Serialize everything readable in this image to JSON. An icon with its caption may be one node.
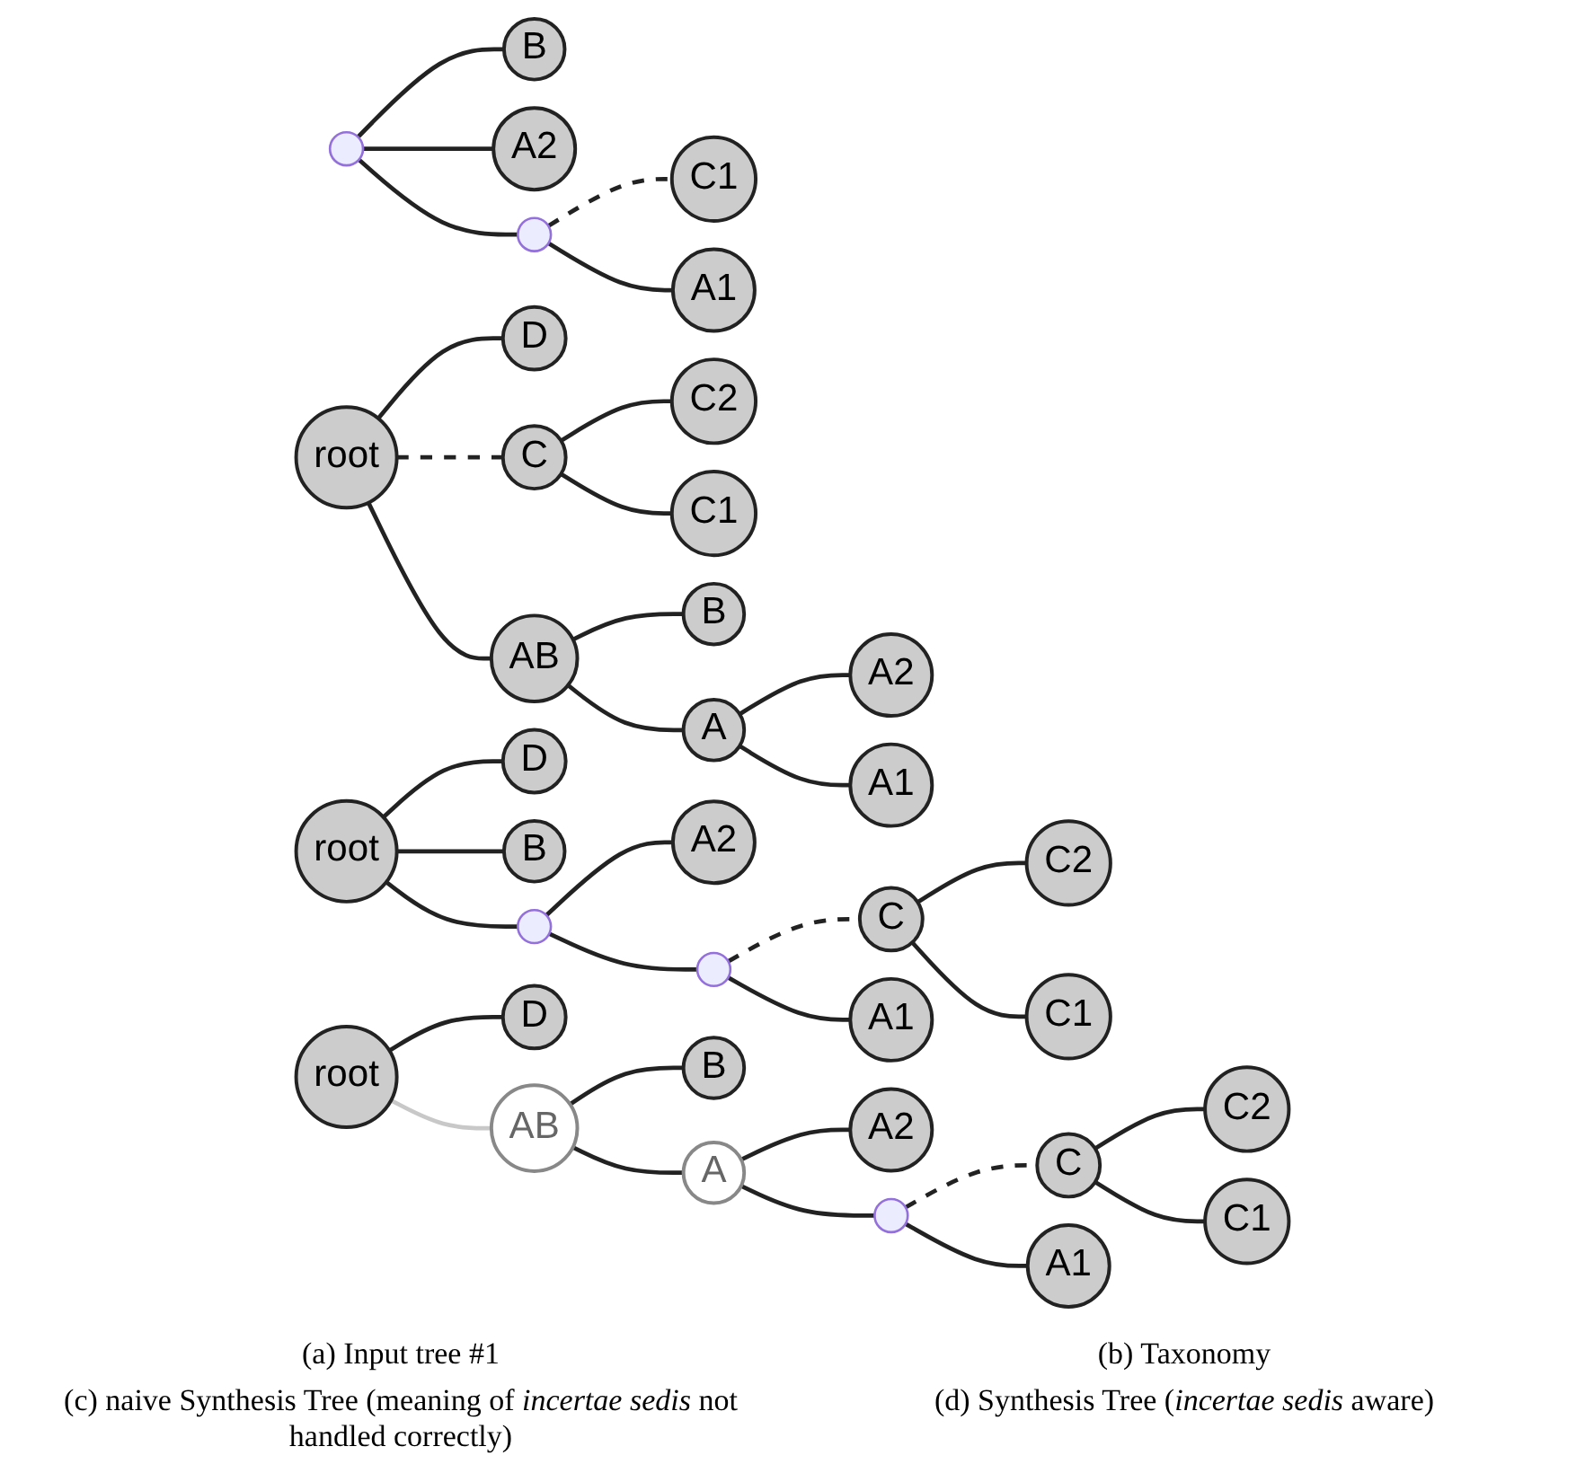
{
  "diagram": {
    "nodes": [
      {
        "text": [
          "B"
        ]
      },
      {
        "text": [
          "A2"
        ]
      },
      {
        "text": [],
        "shape": "circle"
      },
      {
        "text": [
          "C1"
        ]
      },
      {
        "text": [],
        "shape": "circle"
      },
      {
        "text": [
          "A1"
        ]
      },
      {
        "text": [
          "D"
        ]
      },
      {
        "text": [
          "C2"
        ]
      },
      {
        "text": [
          "C"
        ]
      },
      {
        "text": [
          "root"
        ]
      },
      {
        "text": [
          "C1"
        ]
      },
      {
        "text": [
          "B"
        ]
      },
      {
        "text": [
          "AB"
        ]
      },
      {
        "text": [
          "A2"
        ]
      },
      {
        "text": [
          "A"
        ]
      },
      {
        "text": [
          "A1"
        ]
      },
      {
        "text": [
          "D"
        ]
      },
      {
        "text": [
          "B"
        ]
      },
      {
        "text": [
          "root"
        ]
      },
      {
        "text": [
          "A2"
        ]
      },
      {
        "text": [],
        "shape": "circle"
      },
      {
        "text": [
          "C2"
        ]
      },
      {
        "text": [
          "C"
        ]
      },
      {
        "text": [
          "C1"
        ]
      },
      {
        "text": [],
        "shape": "circle"
      },
      {
        "text": [
          "A1"
        ]
      },
      {
        "text": [
          "D"
        ]
      },
      {
        "text": [
          "B"
        ]
      },
      {
        "text": [
          "root"
        ]
      },
      {
        "text": [
          "A2"
        ]
      },
      {
        "text": [
          "AB"
        ]
      },
      {
        "text": [
          "C2"
        ]
      },
      {
        "text": [
          "A"
        ]
      },
      {
        "text": [
          "C"
        ]
      },
      {
        "text": [
          "C1"
        ]
      },
      {
        "text": [],
        "shape": "circle"
      },
      {
        "text": [
          "A1"
        ]
      }
    ],
    "edges": [
      {
        "from": 2,
        "to": 0,
        "arrow": "none"
      },
      {
        "from": 2,
        "to": 1,
        "arrow": "none"
      },
      {
        "from": 2,
        "to": 4,
        "arrow": "none"
      },
      {
        "from": 4,
        "to": 3,
        "arrow": "none",
        "style": "dashed"
      },
      {
        "from": 4,
        "to": 5,
        "arrow": "none"
      },
      {
        "from": 9,
        "to": 6,
        "arrow": "none"
      },
      {
        "from": 9,
        "to": 8,
        "arrow": "none",
        "style": "dashed"
      },
      {
        "from": 8,
        "to": 7,
        "arrow": "none"
      },
      {
        "from": 8,
        "to": 10,
        "arrow": "none"
      },
      {
        "from": 9,
        "to": 12,
        "arrow": "none"
      },
      {
        "from": 12,
        "to": 11,
        "arrow": "none"
      },
      {
        "from": 12,
        "to": 14,
        "arrow": "none"
      },
      {
        "from": 14,
        "to": 13,
        "arrow": "none"
      },
      {
        "from": 14,
        "to": 15,
        "arrow": "none"
      },
      {
        "from": 18,
        "to": 16,
        "arrow": "none"
      },
      {
        "from": 18,
        "to": 17,
        "arrow": "none"
      },
      {
        "from": 18,
        "to": 20,
        "arrow": "none"
      },
      {
        "from": 20,
        "to": 19,
        "arrow": "none"
      },
      {
        "from": 20,
        "to": 24,
        "arrow": "none"
      },
      {
        "from": 24,
        "to": 22,
        "arrow": "none",
        "style": "dashed"
      },
      {
        "from": 22,
        "to": 21,
        "arrow": "none"
      },
      {
        "from": 22,
        "to": 23,
        "arrow": "none"
      },
      {
        "from": 24,
        "to": 25,
        "arrow": "none"
      },
      {
        "from": 28,
        "to": 26,
        "arrow": "none"
      },
      {
        "from": 28,
        "to": 30,
        "arrow": "none",
        "color": "#c8c8c8"
      },
      {
        "from": 30,
        "to": 27,
        "arrow": "none"
      },
      {
        "from": 30,
        "to": 32,
        "arrow": "none"
      },
      {
        "from": 32,
        "to": 29,
        "arrow": "none"
      },
      {
        "from": 32,
        "to": 35,
        "arrow": "none"
      },
      {
        "from": 35,
        "to": 33,
        "arrow": "none",
        "style": "dashed"
      },
      {
        "from": 33,
        "to": 31,
        "arrow": "none"
      },
      {
        "from": 33,
        "to": 34,
        "arrow": "none"
      },
      {
        "from": 35,
        "to": 36,
        "arrow": "none"
      }
    ],
    "labels": [
      "(a) Input tree #1",
      "(b) Taxonomy",
      "(c) naive Synthesis Tree (meaning of *incertae sedis* not handled correctly)",
      "(d) Synthesis Tree (*incertae sedis* aware)"
    ]
  }
}
